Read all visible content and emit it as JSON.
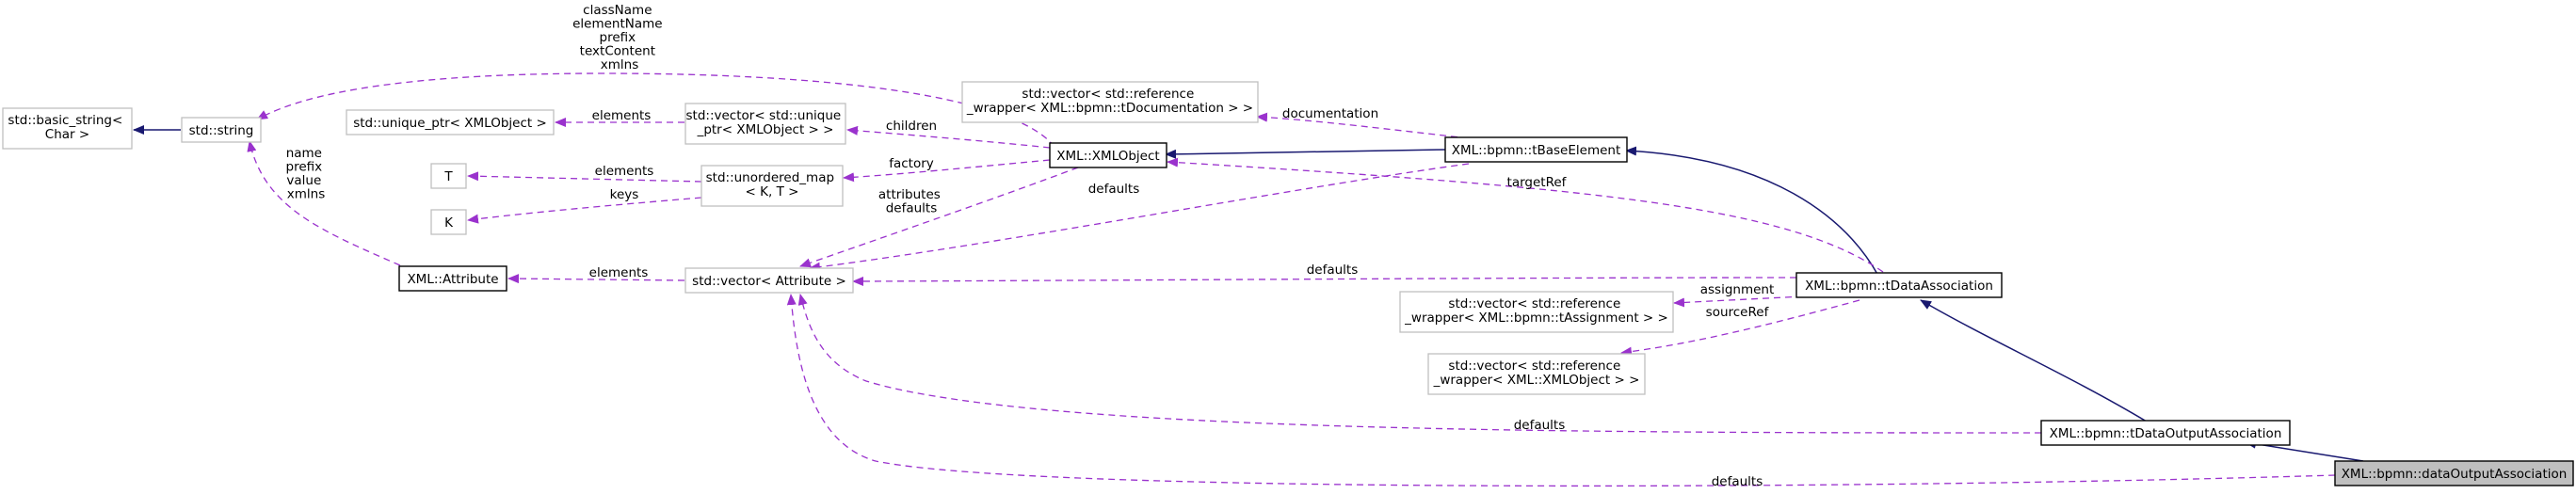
{
  "nodes": {
    "basic_string": [
      "std::basic_string<",
      "Char >"
    ],
    "string": [
      "std::string"
    ],
    "xml_attribute": [
      "XML::Attribute"
    ],
    "unique_ptr": [
      "std::unique_ptr< XMLObject >"
    ],
    "T": [
      "T"
    ],
    "K": [
      "K"
    ],
    "vec_unique": [
      "std::vector< std::unique",
      "_ptr< XMLObject > >"
    ],
    "unordered_map": [
      "std::unordered_map",
      "< K, T >"
    ],
    "vec_attribute": [
      "std::vector< Attribute >"
    ],
    "vec_documentation": [
      "std::vector< std::reference",
      "_wrapper< XML::bpmn::tDocumentation > >"
    ],
    "xmlobject": [
      "XML::XMLObject"
    ],
    "tbaseelement": [
      "XML::bpmn::tBaseElement"
    ],
    "vec_assignment": [
      "std::vector< std::reference",
      "_wrapper< XML::bpmn::tAssignment > >"
    ],
    "vec_xmlobject_ref": [
      "std::vector< std::reference",
      "_wrapper< XML::XMLObject > >"
    ],
    "tdataassociation": [
      "XML::bpmn::tDataAssociation"
    ],
    "tdataoutputassociation": [
      "XML::bpmn::tDataOutputAssociation"
    ],
    "dataoutputassociation": [
      "XML::bpmn::dataOutputAssociation"
    ]
  },
  "edge_labels": {
    "string_from_xmlobject": [
      "className",
      "elementName",
      "prefix",
      "textContent",
      "xmlns"
    ],
    "string_from_attribute": [
      "name",
      "prefix",
      "value",
      "xmlns"
    ],
    "unique_elements": [
      "elements"
    ],
    "children": [
      "children"
    ],
    "t_elements": [
      "elements"
    ],
    "k_keys": [
      "keys"
    ],
    "factory": [
      "factory"
    ],
    "attribute_elements": [
      "elements"
    ],
    "vec_attr_from_xmlobject": [
      "attributes",
      "defaults"
    ],
    "vec_attr_from_tbase": [
      "defaults"
    ],
    "vec_attr_from_tdata": [
      "defaults"
    ],
    "vec_attr_from_tdataoutput": [
      "defaults"
    ],
    "vec_attr_from_dataoutput": [
      "defaults"
    ],
    "documentation": [
      "documentation"
    ],
    "targetref": [
      "targetRef"
    ],
    "assignment": [
      "assignment"
    ],
    "sourceref": [
      "sourceRef"
    ]
  },
  "colors": {
    "inheritance": "#191970",
    "dependency": "#9a32cd",
    "muted_border": "#bfbfbf",
    "strong_border": "#000000",
    "selected_fill": "#bfbfbf"
  }
}
